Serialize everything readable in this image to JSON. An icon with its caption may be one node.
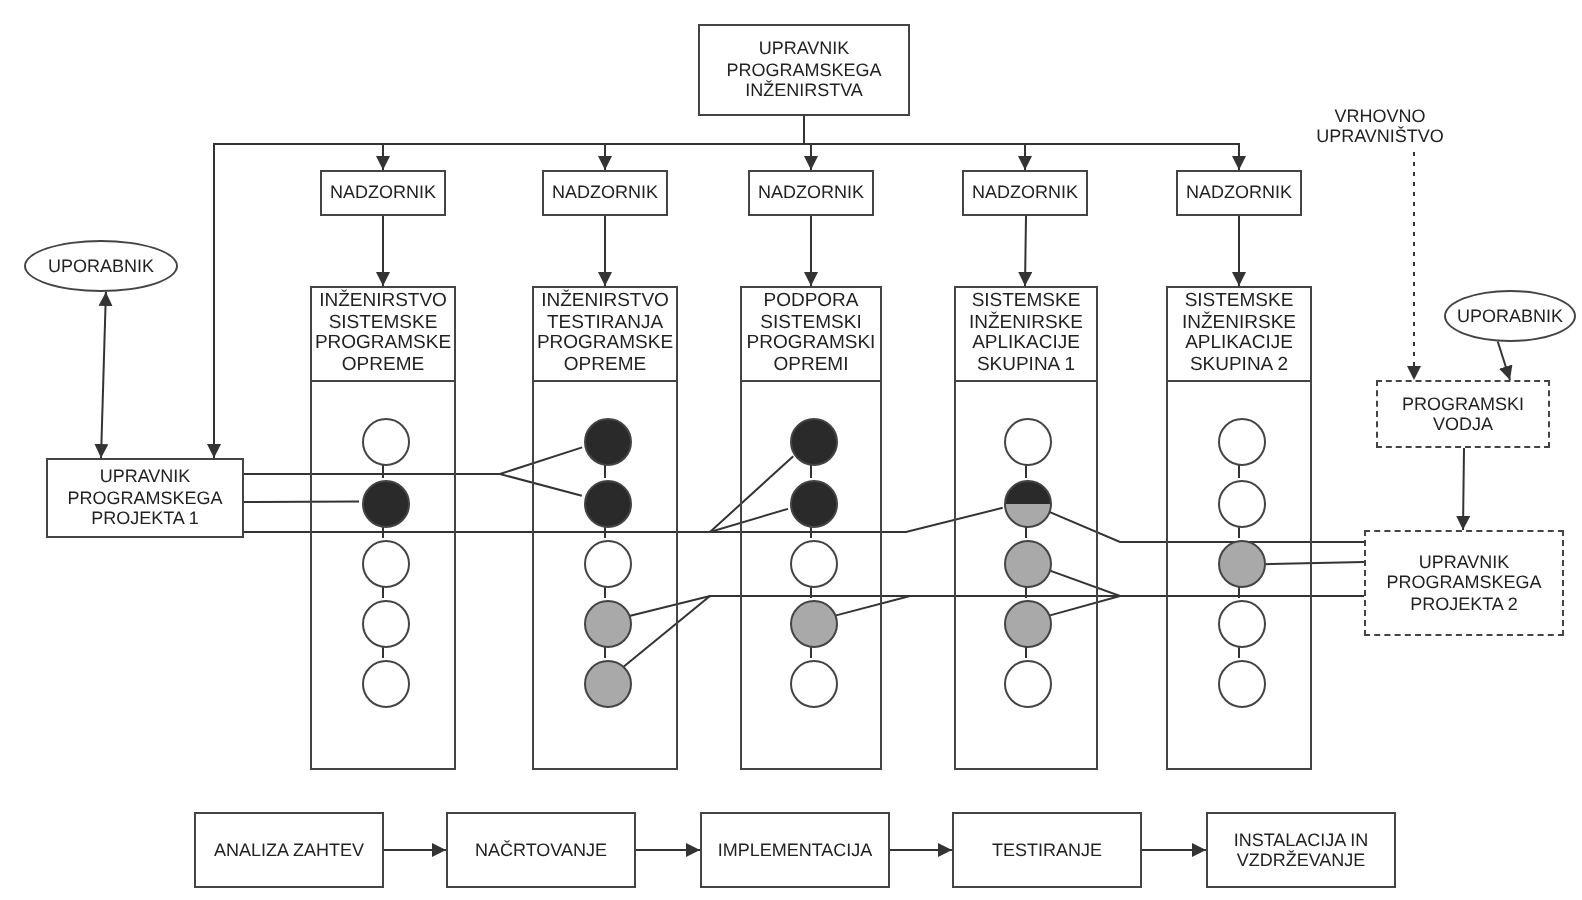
{
  "diagram": {
    "nodes": [
      {
        "text": [
          "UPRAVNIK PROGRAMSKEGA INŽENIRSTVA"
        ]
      },
      {
        "text": [
          "NADZORNIK"
        ]
      },
      {
        "text": [
          "NADZORNIK"
        ]
      },
      {
        "text": [
          "NADZORNIK"
        ]
      },
      {
        "text": [
          "NADZORNIK"
        ]
      },
      {
        "text": [
          "NADZORNIK"
        ]
      },
      {
        "text": [
          "INŽENIRSTVO SISTEMSKE PROGRAMSKE OPREME"
        ]
      },
      {
        "text": [],
        "shape": "circle",
        "in": 6
      },
      {
        "text": [],
        "shape": "circle",
        "in": 6
      },
      {
        "text": [],
        "shape": "circle",
        "in": 6
      },
      {
        "text": [],
        "shape": "circle",
        "in": 6
      },
      {
        "text": [],
        "shape": "circle",
        "in": 6
      },
      {
        "text": [
          "INŽENIRSTVO TESTIRANJA PROGRAMSKE OPREME"
        ]
      },
      {
        "text": [],
        "shape": "circle",
        "in": 12
      },
      {
        "text": [],
        "shape": "circle",
        "in": 12
      },
      {
        "text": [],
        "shape": "circle",
        "in": 12
      },
      {
        "text": [],
        "shape": "circle",
        "in": 12
      },
      {
        "text": [],
        "shape": "circle",
        "in": 12
      },
      {
        "text": [
          "PODPORA SISTEMSKI PROGRAMSKI OPREMI"
        ]
      },
      {
        "text": [],
        "shape": "circle",
        "in": 18
      },
      {
        "text": [],
        "shape": "circle",
        "in": 18
      },
      {
        "text": [],
        "shape": "circle",
        "in": 18
      },
      {
        "text": [],
        "shape": "circle",
        "in": 18
      },
      {
        "text": [],
        "shape": "circle",
        "in": 18
      },
      {
        "text": [
          "SISTEMSKE INŽENIRSKE APLIKACIJE SKUPINA 1"
        ]
      },
      {
        "text": [],
        "shape": "circle",
        "in": 24
      },
      {
        "text": [],
        "shape": "circle",
        "in": 24
      },
      {
        "text": [],
        "shape": "circle",
        "in": 24
      },
      {
        "text": [],
        "shape": "circle",
        "in": 24
      },
      {
        "text": [],
        "shape": "circle",
        "in": 24
      },
      {
        "text": [
          "SISTEMSKE INŽENIRSKE APLIKACIJE SKUPINA 2"
        ]
      },
      {
        "text": [],
        "shape": "circle",
        "in": 30
      },
      {
        "text": [],
        "shape": "circle",
        "in": 30
      },
      {
        "text": [],
        "shape": "circle",
        "in": 30
      },
      {
        "text": [],
        "shape": "circle",
        "in": 30
      },
      {
        "text": [],
        "shape": "circle",
        "in": 30
      },
      {
        "text": [
          "UPORABNIK"
        ]
      },
      {
        "text": [
          "UPRAVNIK PROGRAMSKEGA PROJEKTA 1"
        ]
      },
      {
        "text": [
          "VRHOVNO UPRAVNIŠTVO"
        ]
      },
      {
        "text": [
          "UPORABNIK"
        ]
      },
      {
        "text": [
          "PROGRAMSKI VODJA"
        ]
      },
      {
        "text": [
          "UPRAVNIK PROGRAMSKEGA PROJEKTA 2"
        ]
      },
      {
        "text": [
          "ANALIZA ZAHTEV"
        ]
      },
      {
        "text": [
          "NAČRTOVANJE"
        ]
      },
      {
        "text": [
          "IMPLEMENTACIJA"
        ]
      },
      {
        "text": [
          "TESTIRANJE"
        ]
      },
      {
        "text": [
          "INSTALACIJA IN VZDRŽEVANJE"
        ]
      }
    ],
    "edges": [
      {
        "from": 0,
        "to": 1,
        "arrow": "to"
      },
      {
        "from": 0,
        "to": 2,
        "arrow": "to"
      },
      {
        "from": 0,
        "to": 3,
        "arrow": "to"
      },
      {
        "from": 0,
        "to": 4,
        "arrow": "to"
      },
      {
        "from": 0,
        "to": 5,
        "arrow": "to"
      },
      {
        "from": 0,
        "to": 37,
        "arrow": "to"
      },
      {
        "from": 1,
        "to": 6,
        "arrow": "to"
      },
      {
        "from": 2,
        "to": 12,
        "arrow": "to"
      },
      {
        "from": 3,
        "to": 18,
        "arrow": "to"
      },
      {
        "from": 4,
        "to": 24,
        "arrow": "to"
      },
      {
        "from": 5,
        "to": 30,
        "arrow": "to"
      },
      {
        "from": 7,
        "to": 8,
        "arrow": "none"
      },
      {
        "from": 8,
        "to": 9,
        "arrow": "none"
      },
      {
        "from": 9,
        "to": 10,
        "arrow": "none"
      },
      {
        "from": 10,
        "to": 11,
        "arrow": "none"
      },
      {
        "from": 13,
        "to": 14,
        "arrow": "none"
      },
      {
        "from": 14,
        "to": 15,
        "arrow": "none"
      },
      {
        "from": 15,
        "to": 16,
        "arrow": "none"
      },
      {
        "from": 16,
        "to": 17,
        "arrow": "none"
      },
      {
        "from": 19,
        "to": 20,
        "arrow": "none"
      },
      {
        "from": 20,
        "to": 21,
        "arrow": "none"
      },
      {
        "from": 21,
        "to": 22,
        "arrow": "none"
      },
      {
        "from": 22,
        "to": 23,
        "arrow": "none"
      },
      {
        "from": 25,
        "to": 26,
        "arrow": "none"
      },
      {
        "from": 26,
        "to": 27,
        "arrow": "none"
      },
      {
        "from": 27,
        "to": 28,
        "arrow": "none"
      },
      {
        "from": 28,
        "to": 29,
        "arrow": "none"
      },
      {
        "from": 31,
        "to": 32,
        "arrow": "none"
      },
      {
        "from": 32,
        "to": 33,
        "arrow": "none"
      },
      {
        "from": 33,
        "to": 34,
        "arrow": "none"
      },
      {
        "from": 34,
        "to": 35,
        "arrow": "none"
      },
      {
        "from": 36,
        "to": 37,
        "arrow": "both"
      },
      {
        "from": 37,
        "to": 8,
        "arrow": "none"
      },
      {
        "from": 37,
        "to": 13,
        "arrow": "none"
      },
      {
        "from": 37,
        "to": 14,
        "arrow": "none"
      },
      {
        "from": 37,
        "to": 19,
        "arrow": "none"
      },
      {
        "from": 37,
        "to": 20,
        "arrow": "none"
      },
      {
        "from": 37,
        "to": 26,
        "arrow": "none"
      },
      {
        "from": 41,
        "to": 26,
        "arrow": "none"
      },
      {
        "from": 41,
        "to": 33,
        "arrow": "none"
      },
      {
        "from": 41,
        "to": 16,
        "arrow": "none"
      },
      {
        "from": 41,
        "to": 17,
        "arrow": "none"
      },
      {
        "from": 41,
        "to": 22,
        "arrow": "none"
      },
      {
        "from": 41,
        "to": 27,
        "arrow": "none"
      },
      {
        "from": 41,
        "to": 28,
        "arrow": "none"
      },
      {
        "from": 38,
        "to": 40,
        "arrow": "to",
        "style": "dashed"
      },
      {
        "from": 39,
        "to": 40,
        "arrow": "to"
      },
      {
        "from": 40,
        "to": 41,
        "arrow": "to"
      },
      {
        "from": 42,
        "to": 43,
        "arrow": "to"
      },
      {
        "from": 43,
        "to": 44,
        "arrow": "to"
      },
      {
        "from": 44,
        "to": 45,
        "arrow": "to"
      },
      {
        "from": 45,
        "to": 46,
        "arrow": "to"
      }
    ]
  }
}
